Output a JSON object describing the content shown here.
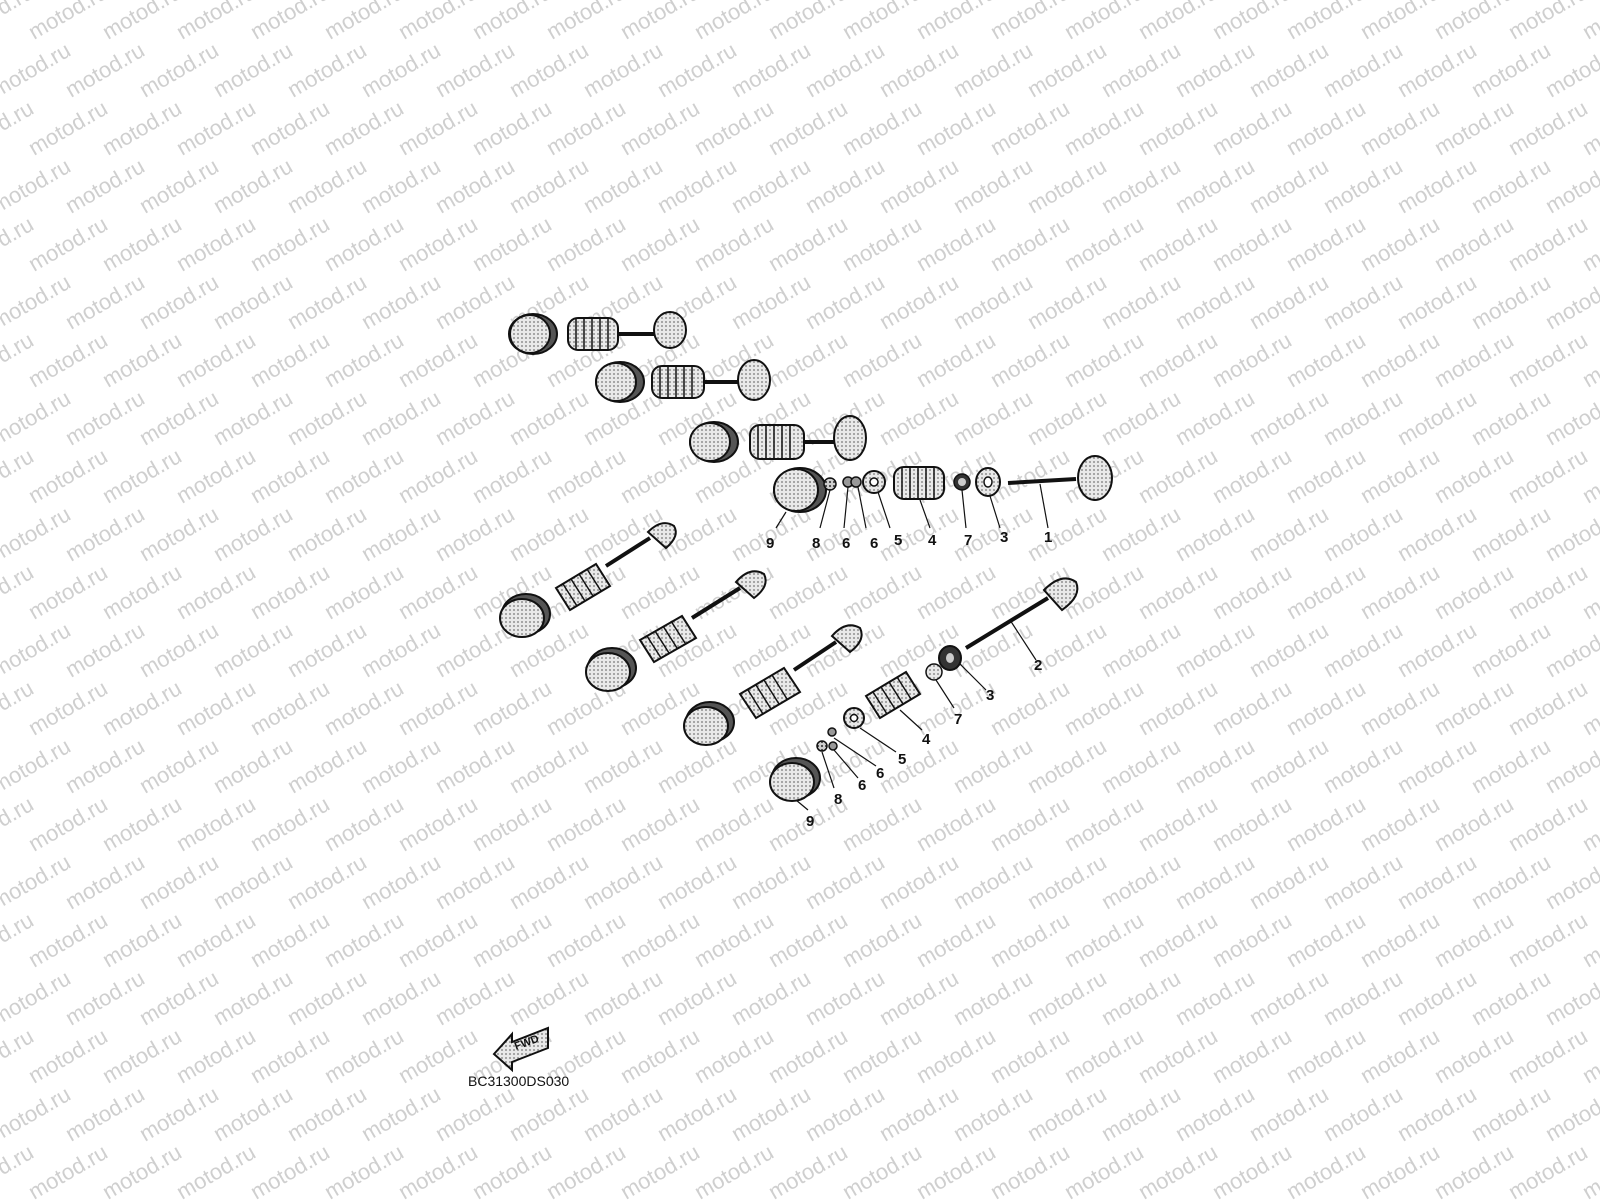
{
  "watermark": {
    "text": "motod.ru"
  },
  "diagram_code": "BC31300DS030",
  "fwd_label": "FWD",
  "colors": {
    "line": "#111111",
    "fill_light": "#e6e6e6",
    "fill_dark": "#9a9a9a",
    "watermark": "#cfcfcf"
  },
  "callouts": [
    {
      "id": "c1-top",
      "label": "1"
    },
    {
      "id": "c3-top",
      "label": "3"
    },
    {
      "id": "c7-top",
      "label": "7"
    },
    {
      "id": "c4-top",
      "label": "4"
    },
    {
      "id": "c5-top",
      "label": "5"
    },
    {
      "id": "c6a-top",
      "label": "6"
    },
    {
      "id": "c6b-top",
      "label": "6"
    },
    {
      "id": "c8-top",
      "label": "8"
    },
    {
      "id": "c9-top",
      "label": "9"
    },
    {
      "id": "c2-bot",
      "label": "2"
    },
    {
      "id": "c3-bot",
      "label": "3"
    },
    {
      "id": "c7-bot",
      "label": "7"
    },
    {
      "id": "c4-bot",
      "label": "4"
    },
    {
      "id": "c5-bot",
      "label": "5"
    },
    {
      "id": "c6a-bot",
      "label": "6"
    },
    {
      "id": "c6b-bot",
      "label": "6"
    },
    {
      "id": "c8-bot",
      "label": "8"
    },
    {
      "id": "c9-bot",
      "label": "9"
    }
  ]
}
